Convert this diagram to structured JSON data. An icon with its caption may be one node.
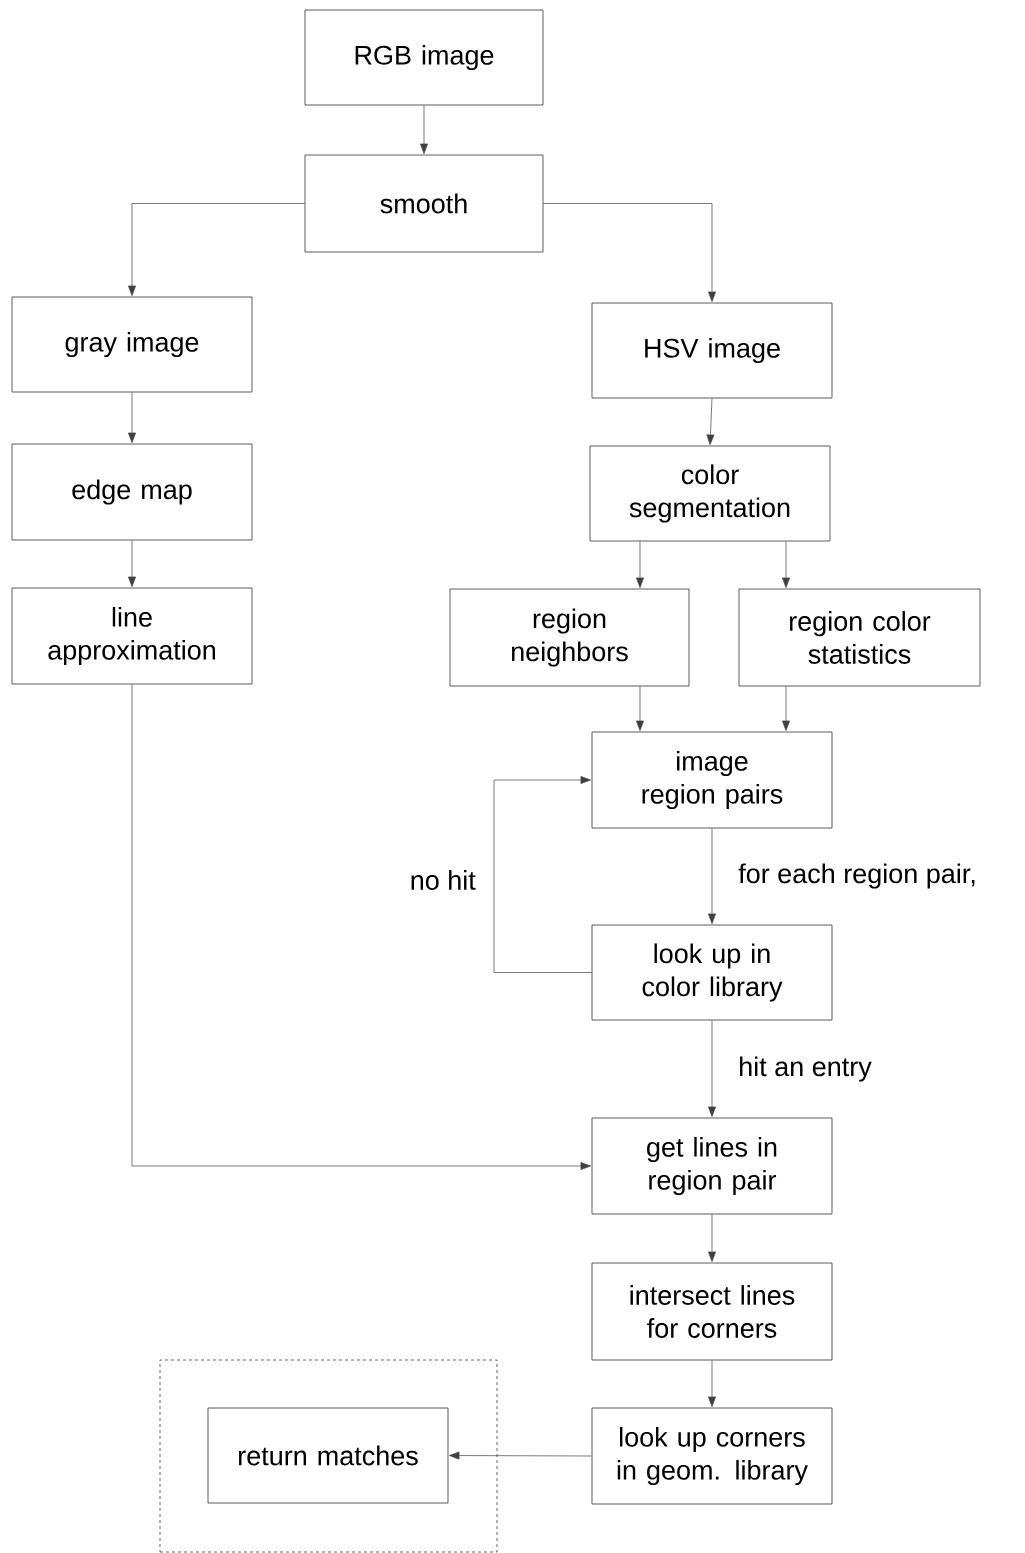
{
  "diagram": {
    "nodes": [
      {
        "text": [
          "RGB image"
        ]
      },
      {
        "text": [
          "smooth"
        ]
      },
      {
        "text": [
          "gray image"
        ]
      },
      {
        "text": [
          "HSV image"
        ]
      },
      {
        "text": [
          "edge map"
        ]
      },
      {
        "text": [
          "color segmentation"
        ]
      },
      {
        "text": [
          "line approximation"
        ]
      },
      {
        "text": [
          "region neighbors"
        ]
      },
      {
        "text": [
          "region color statistics"
        ]
      },
      {
        "text": [
          "image region pairs"
        ]
      },
      {
        "text": [
          "look up in color library"
        ]
      },
      {
        "text": [
          "get lines in region pair"
        ]
      },
      {
        "text": [
          "intersect lines for corners"
        ]
      },
      {
        "text": [
          "look up corners in geom. library"
        ]
      },
      {
        "text": [],
        "shape": "box"
      },
      {
        "text": [
          "return matches"
        ],
        "in": 14
      }
    ],
    "edges": [
      {
        "from": 0,
        "to": 1,
        "arrow": "to"
      },
      {
        "from": 1,
        "to": 2,
        "arrow": "to"
      },
      {
        "from": 1,
        "to": 3,
        "arrow": "to"
      },
      {
        "from": 2,
        "to": 4,
        "arrow": "to"
      },
      {
        "from": 4,
        "to": 6,
        "arrow": "to"
      },
      {
        "from": 3,
        "to": 5,
        "arrow": "to"
      },
      {
        "from": 5,
        "to": 7,
        "arrow": "to"
      },
      {
        "from": 5,
        "to": 8,
        "arrow": "to"
      },
      {
        "from": 7,
        "to": 9,
        "arrow": "to"
      },
      {
        "from": 8,
        "to": 9,
        "arrow": "to"
      },
      {
        "from": 9,
        "to": 10,
        "arrow": "to",
        "label": "for each region pair,"
      },
      {
        "from": 10,
        "to": 9,
        "arrow": "to",
        "label": "no hit"
      },
      {
        "from": 10,
        "to": 11,
        "arrow": "to",
        "label": "hit an entry"
      },
      {
        "from": 6,
        "to": 11,
        "arrow": "to"
      },
      {
        "from": 11,
        "to": 12,
        "arrow": "to"
      },
      {
        "from": 12,
        "to": 13,
        "arrow": "to"
      },
      {
        "from": 13,
        "to": 15,
        "arrow": "to"
      }
    ]
  }
}
